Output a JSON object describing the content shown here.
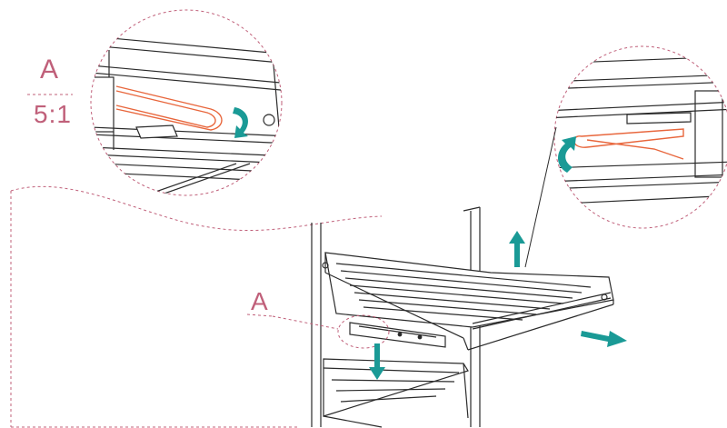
{
  "labels": {
    "detail_ref": "A",
    "detail_scale": "5:1",
    "drawer_ref": "A"
  },
  "colors": {
    "line": "#2b2b2b",
    "dash": "#c0607a",
    "spring": "#e8663c",
    "arrow": "#1a9a96"
  },
  "icons": {
    "rotate_arrow_left_detail": "curved-arrow-icon",
    "rotate_arrow_right_detail": "curved-arrow-icon",
    "move_arrow": "straight-arrow-icon"
  }
}
